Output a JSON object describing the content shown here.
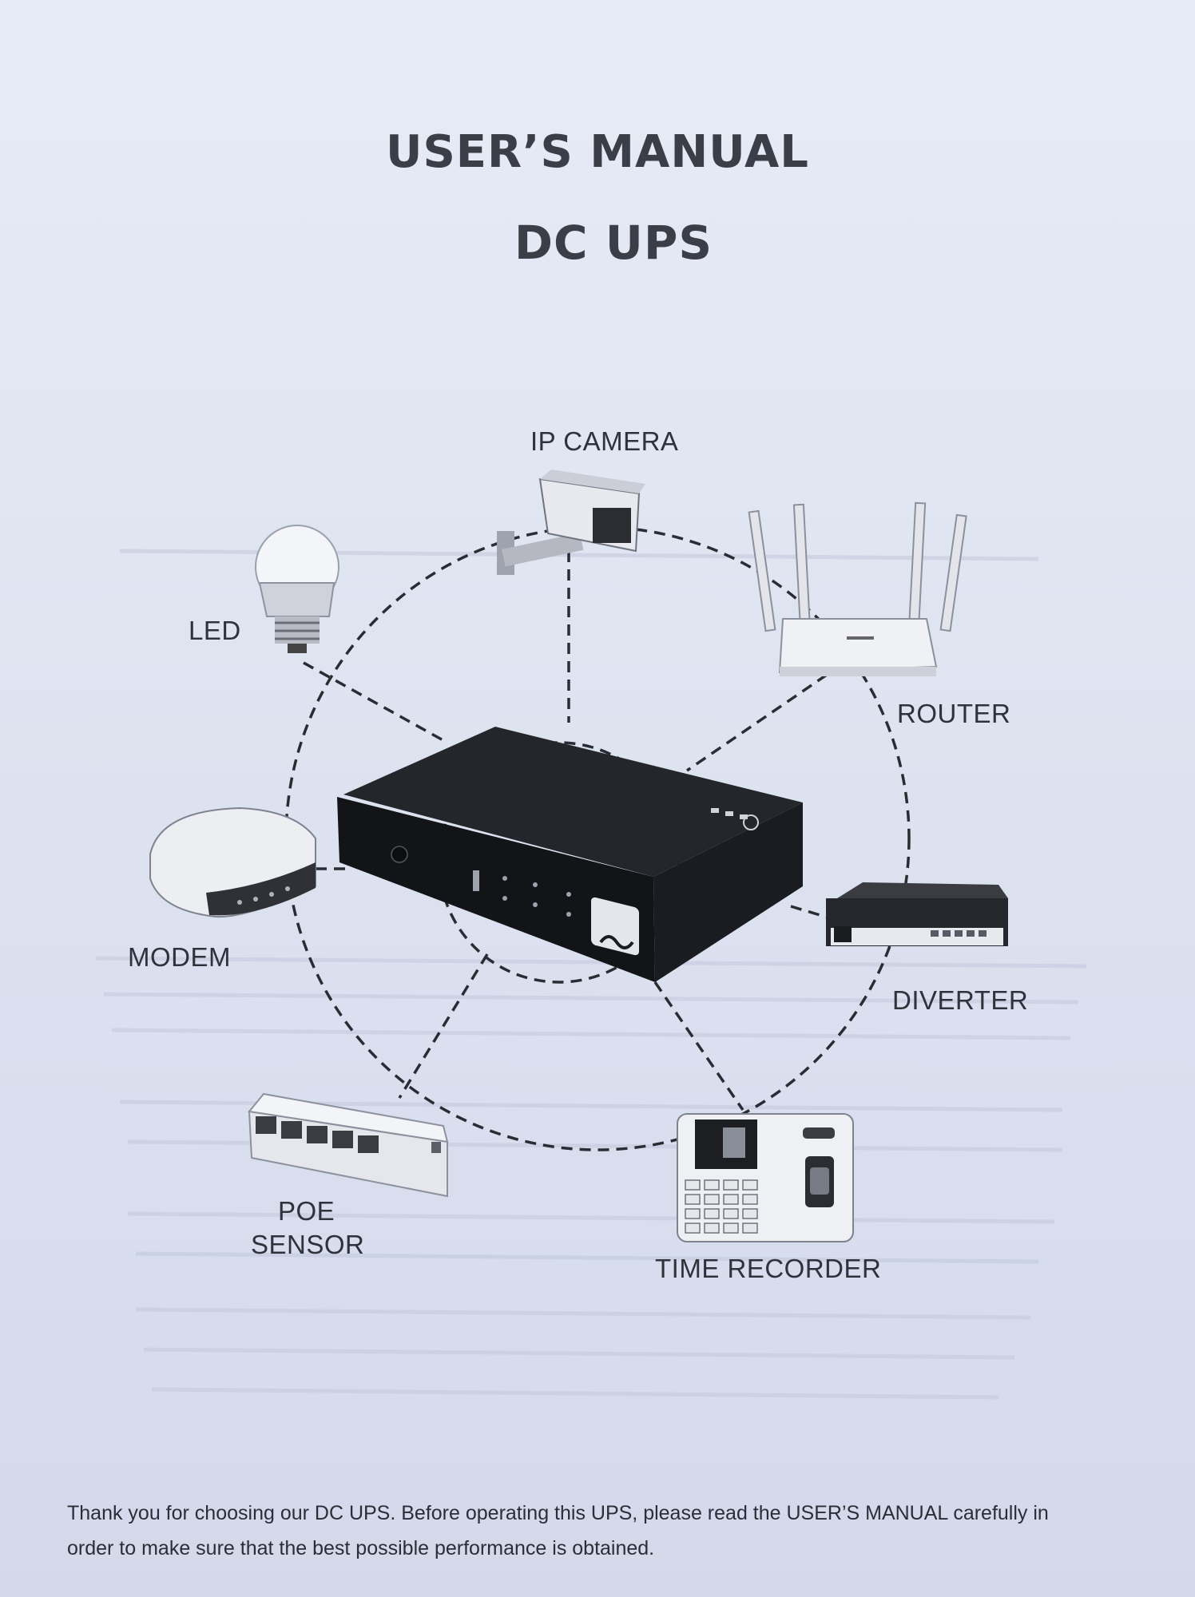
{
  "document": {
    "title_line1": "USER’S MANUAL",
    "title_line2": "DC UPS"
  },
  "diagram": {
    "center_device": "dc-ups-unit",
    "nodes": [
      {
        "id": "ip-camera",
        "label": "IP CAMERA",
        "icon": "security-camera-icon"
      },
      {
        "id": "router",
        "label": "ROUTER",
        "icon": "wifi-router-icon"
      },
      {
        "id": "led",
        "label": "LED",
        "icon": "led-bulb-icon"
      },
      {
        "id": "modem",
        "label": "MODEM",
        "icon": "modem-icon"
      },
      {
        "id": "diverter",
        "label": "DIVERTER",
        "icon": "network-diverter-icon"
      },
      {
        "id": "poe-sensor",
        "label_line1": "POE",
        "label_line2": "SENSOR",
        "icon": "network-switch-icon"
      },
      {
        "id": "time-recorder",
        "label": "TIME RECORDER",
        "icon": "fingerprint-terminal-icon"
      }
    ]
  },
  "footer": {
    "line1": "Thank you for choosing our DC UPS. Before operating this UPS, please read the USER’S MANUAL carefully in",
    "line2": "order to make sure that the best possible performance is obtained."
  }
}
